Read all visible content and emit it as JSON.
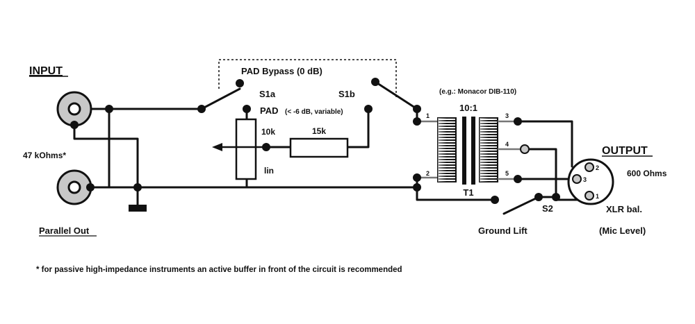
{
  "labels": {
    "input": "INPUT",
    "parallel_out": "Parallel Out",
    "input_impedance": "47 kOhms*",
    "pad_bypass": "PAD Bypass (0 dB)",
    "s1a": "S1a",
    "s1b": "S1b",
    "pad": "PAD",
    "pad_detail": "(< -6 dB, variable)",
    "pot_value": "10k",
    "pot_taper": "lin",
    "resistor_value": "15k",
    "transformer_example": "(e.g.: Monacor DIB-110)",
    "transformer_ratio": "10:1",
    "transformer_name": "T1",
    "pin_1": "1",
    "pin_2": "2",
    "pin_3": "3",
    "pin_4": "4",
    "pin_5": "5",
    "output": "OUTPUT",
    "output_impedance": "600 Ohms",
    "xlr_pin_1": "1",
    "xlr_pin_2": "2",
    "xlr_pin_3": "3",
    "xlr_label": "XLR bal.",
    "mic_level": "(Mic Level)",
    "s2": "S2",
    "ground_lift": "Ground Lift"
  },
  "footnote": "* for passive high-impedance instruments an active buffer in front of the circuit is recommended",
  "colors": {
    "line": "#111111",
    "jack_fill": "#c8c8c8",
    "transformer_lead": "#777777"
  }
}
